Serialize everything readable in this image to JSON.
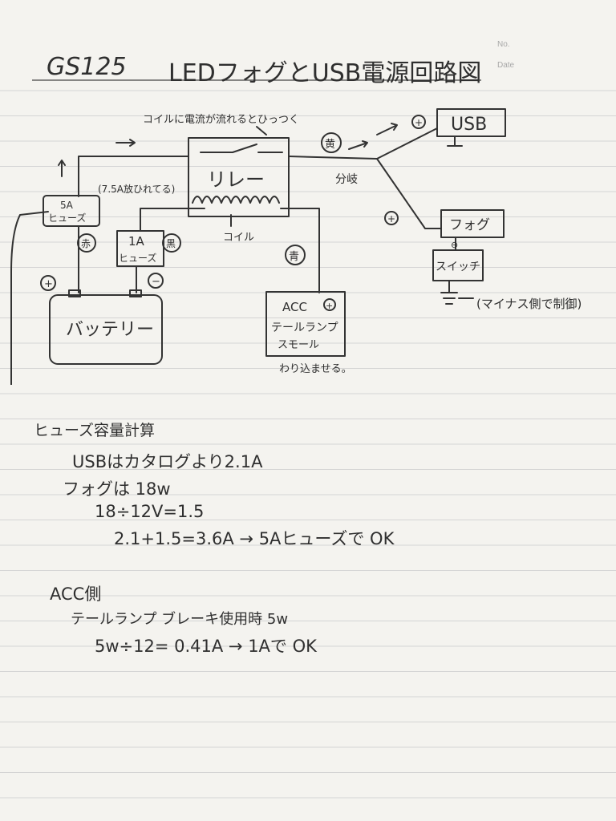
{
  "header": {
    "no_label": "No.",
    "date_label": "Date"
  },
  "title": {
    "model": "GS125",
    "text": "LEDフォグとUSB電源回路図"
  },
  "diagram": {
    "coil_note": "コイルに電流が流れるとひっつく",
    "relay": "リレー",
    "coil": "コイル",
    "branch": "分岐",
    "usb": "USB",
    "fog": "フォグ",
    "switch": "スイッチ",
    "fuse_5a_line1": "5A",
    "fuse_5a_line2": "ヒューズ",
    "fuse_5a_note": "(7.5A放ひれてる)",
    "fuse_1a_line1": "1A",
    "fuse_1a_line2": "ヒューズ",
    "battery": "バッテリー",
    "acc_line1": "ACC",
    "acc_line2": "テールランプ",
    "acc_line3": "スモール",
    "acc_note": "わり込ませる。",
    "wire_yellow": "黄",
    "wire_red": "赤",
    "wire_black": "黒",
    "wire_blue": "青",
    "minus_note": "(マイナス側で制御)",
    "plus": "+",
    "minus": "−",
    "minus_sign": "⊖"
  },
  "calc": {
    "heading": "ヒューズ容量計算",
    "line1": "USBはカタログより2.1A",
    "line2": "フォグは 18w",
    "line3": "18÷12V=1.5",
    "line4": "2.1+1.5=3.6A → 5Aヒューズで OK"
  },
  "acc_section": {
    "heading": "ACC側",
    "line1": "テールランプ ブレーキ使用時 5w",
    "line2": "5w÷12= 0.41A → 1Aで OK"
  }
}
